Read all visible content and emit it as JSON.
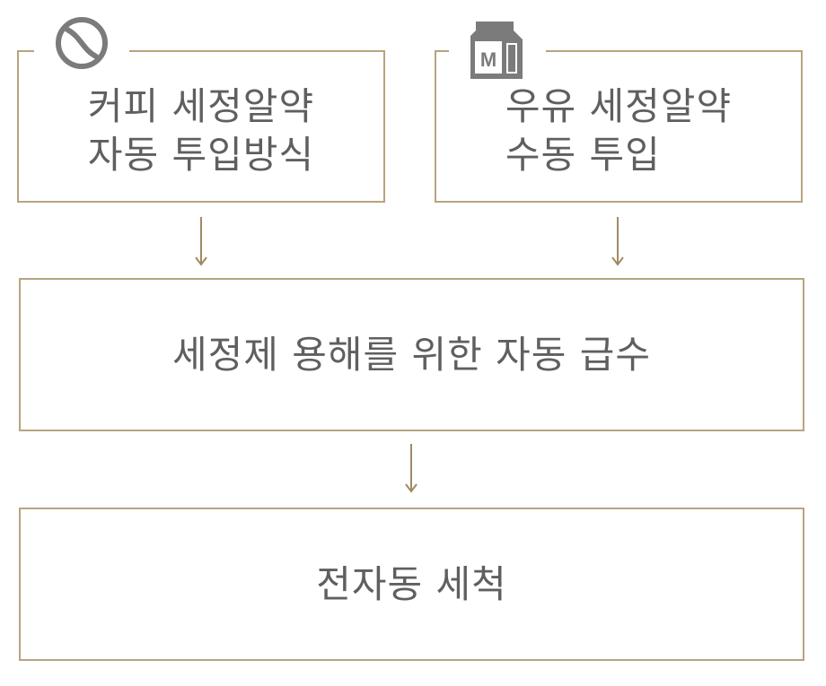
{
  "boxes": {
    "coffee": {
      "line1": "커피 세정알약",
      "line2": "자동 투입방식",
      "icon": "coffee-bean-icon"
    },
    "milk": {
      "line1": "우유 세정알약",
      "line2": "수동 투입",
      "icon": "milk-carton-icon",
      "icon_letter": "M"
    },
    "water": {
      "text": "세정제 용해를 위한 자동 급수"
    },
    "wash": {
      "text": "전자동 세척"
    }
  },
  "colors": {
    "border": "#b9a37f",
    "arrow": "#a08a64",
    "text": "#5f5f5f",
    "icon": "#7b7b7b"
  }
}
